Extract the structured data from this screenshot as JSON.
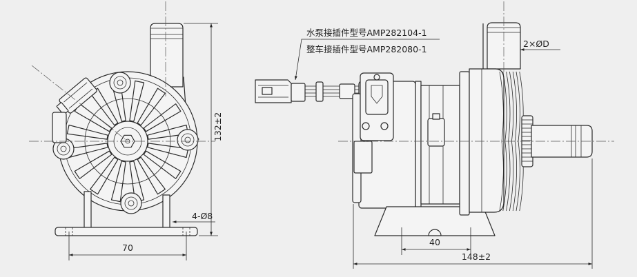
{
  "labels": {
    "pump_connector_model": "水泵接插件型号AMP282104-1",
    "vehicle_connector_model": "整车接插件型号AMP282080-1"
  },
  "dimensions": {
    "outlet_diameter": "2×ØD",
    "overall_height": "132±2",
    "mounting_holes": "4-Ø8",
    "front_bracket_hole_spacing": "70",
    "side_bracket_hole_spacing": "40",
    "overall_length": "148±2"
  },
  "colors": {
    "background": "#efefef",
    "line": "#2a2a2a",
    "fill": "#f4f4f4"
  }
}
